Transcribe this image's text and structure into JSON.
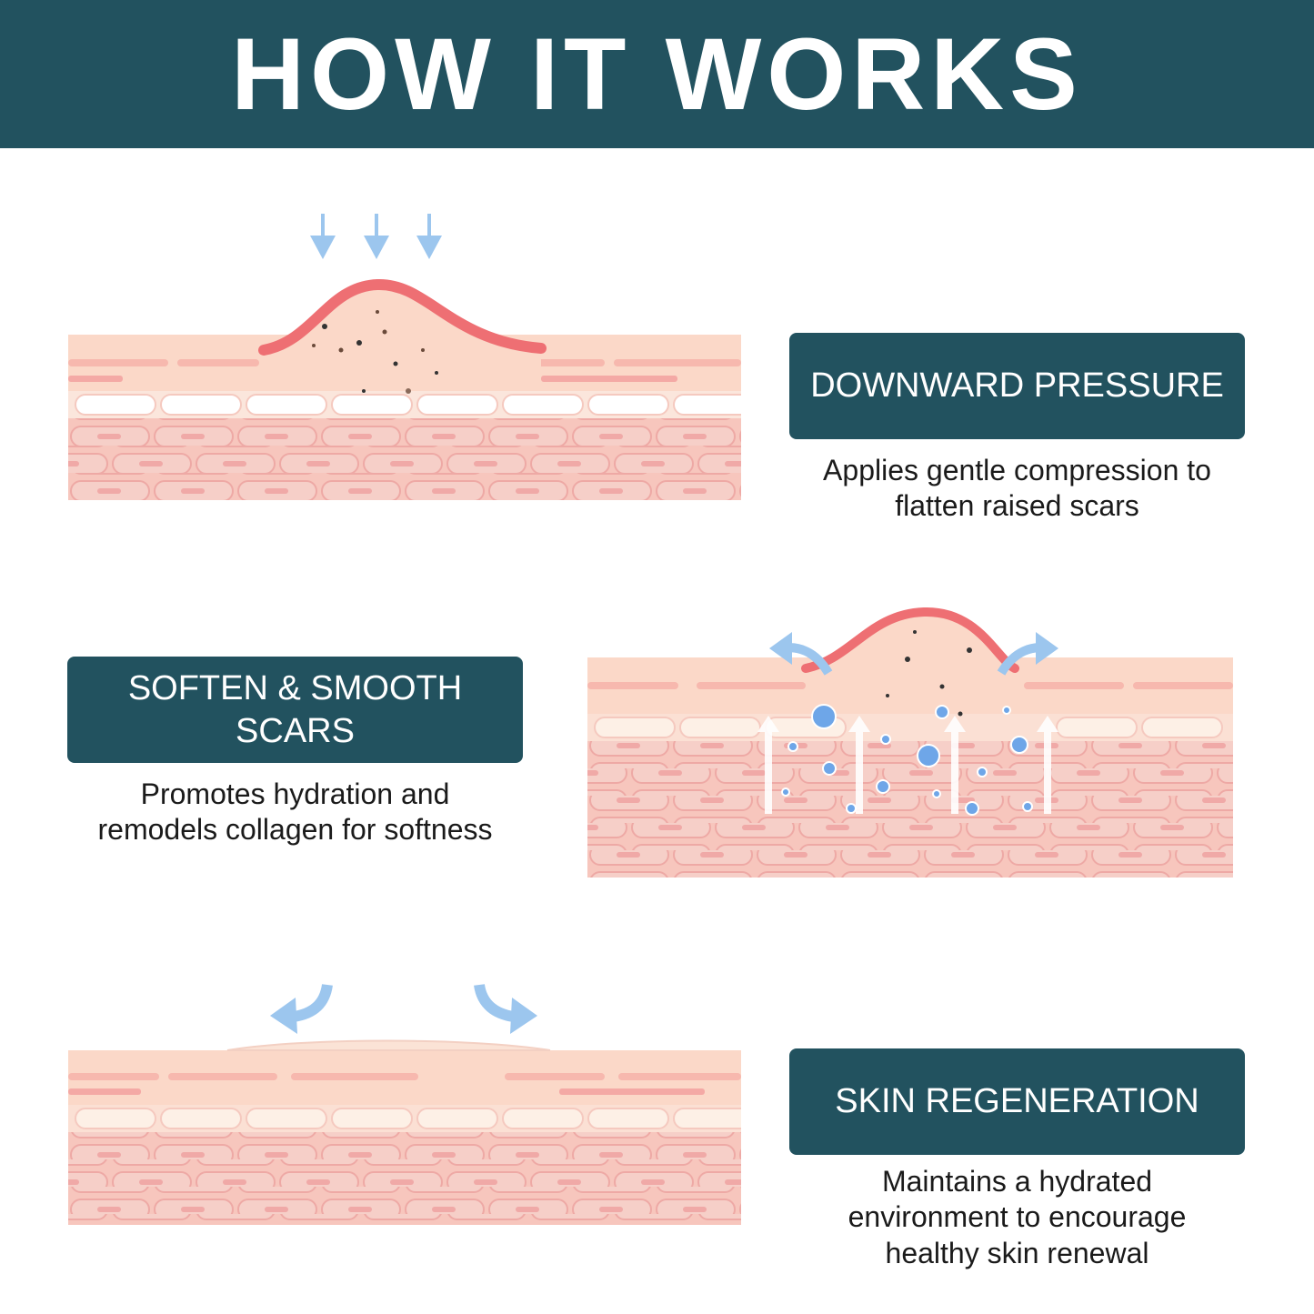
{
  "header": {
    "title": "HOW IT WORKS"
  },
  "steps": [
    {
      "label": "DOWNWARD PRESSURE",
      "description_lines": [
        "Applies gentle compression to",
        "flatten raised scars"
      ]
    },
    {
      "label_lines": [
        "SOFTEN & SMOOTH",
        "SCARS"
      ],
      "description_lines": [
        "Promotes hydration and",
        "remodels collagen for softness"
      ]
    },
    {
      "label": "SKIN REGENERATION",
      "description_lines": [
        "Maintains a hydrated",
        "environment to encourage",
        "healthy skin renewal"
      ]
    }
  ],
  "colors": {
    "header_bg": "#22525f",
    "label_bg": "#22525f",
    "skin_top": "#fbd8c8",
    "skin_cell": "#f3b8b4",
    "scar_red": "#ee6f73",
    "arrow_blue": "#9cc6ee"
  },
  "icons": [
    "down-arrow-icon",
    "curved-arrow-icon",
    "up-arrow-icon",
    "bubble-icon"
  ]
}
